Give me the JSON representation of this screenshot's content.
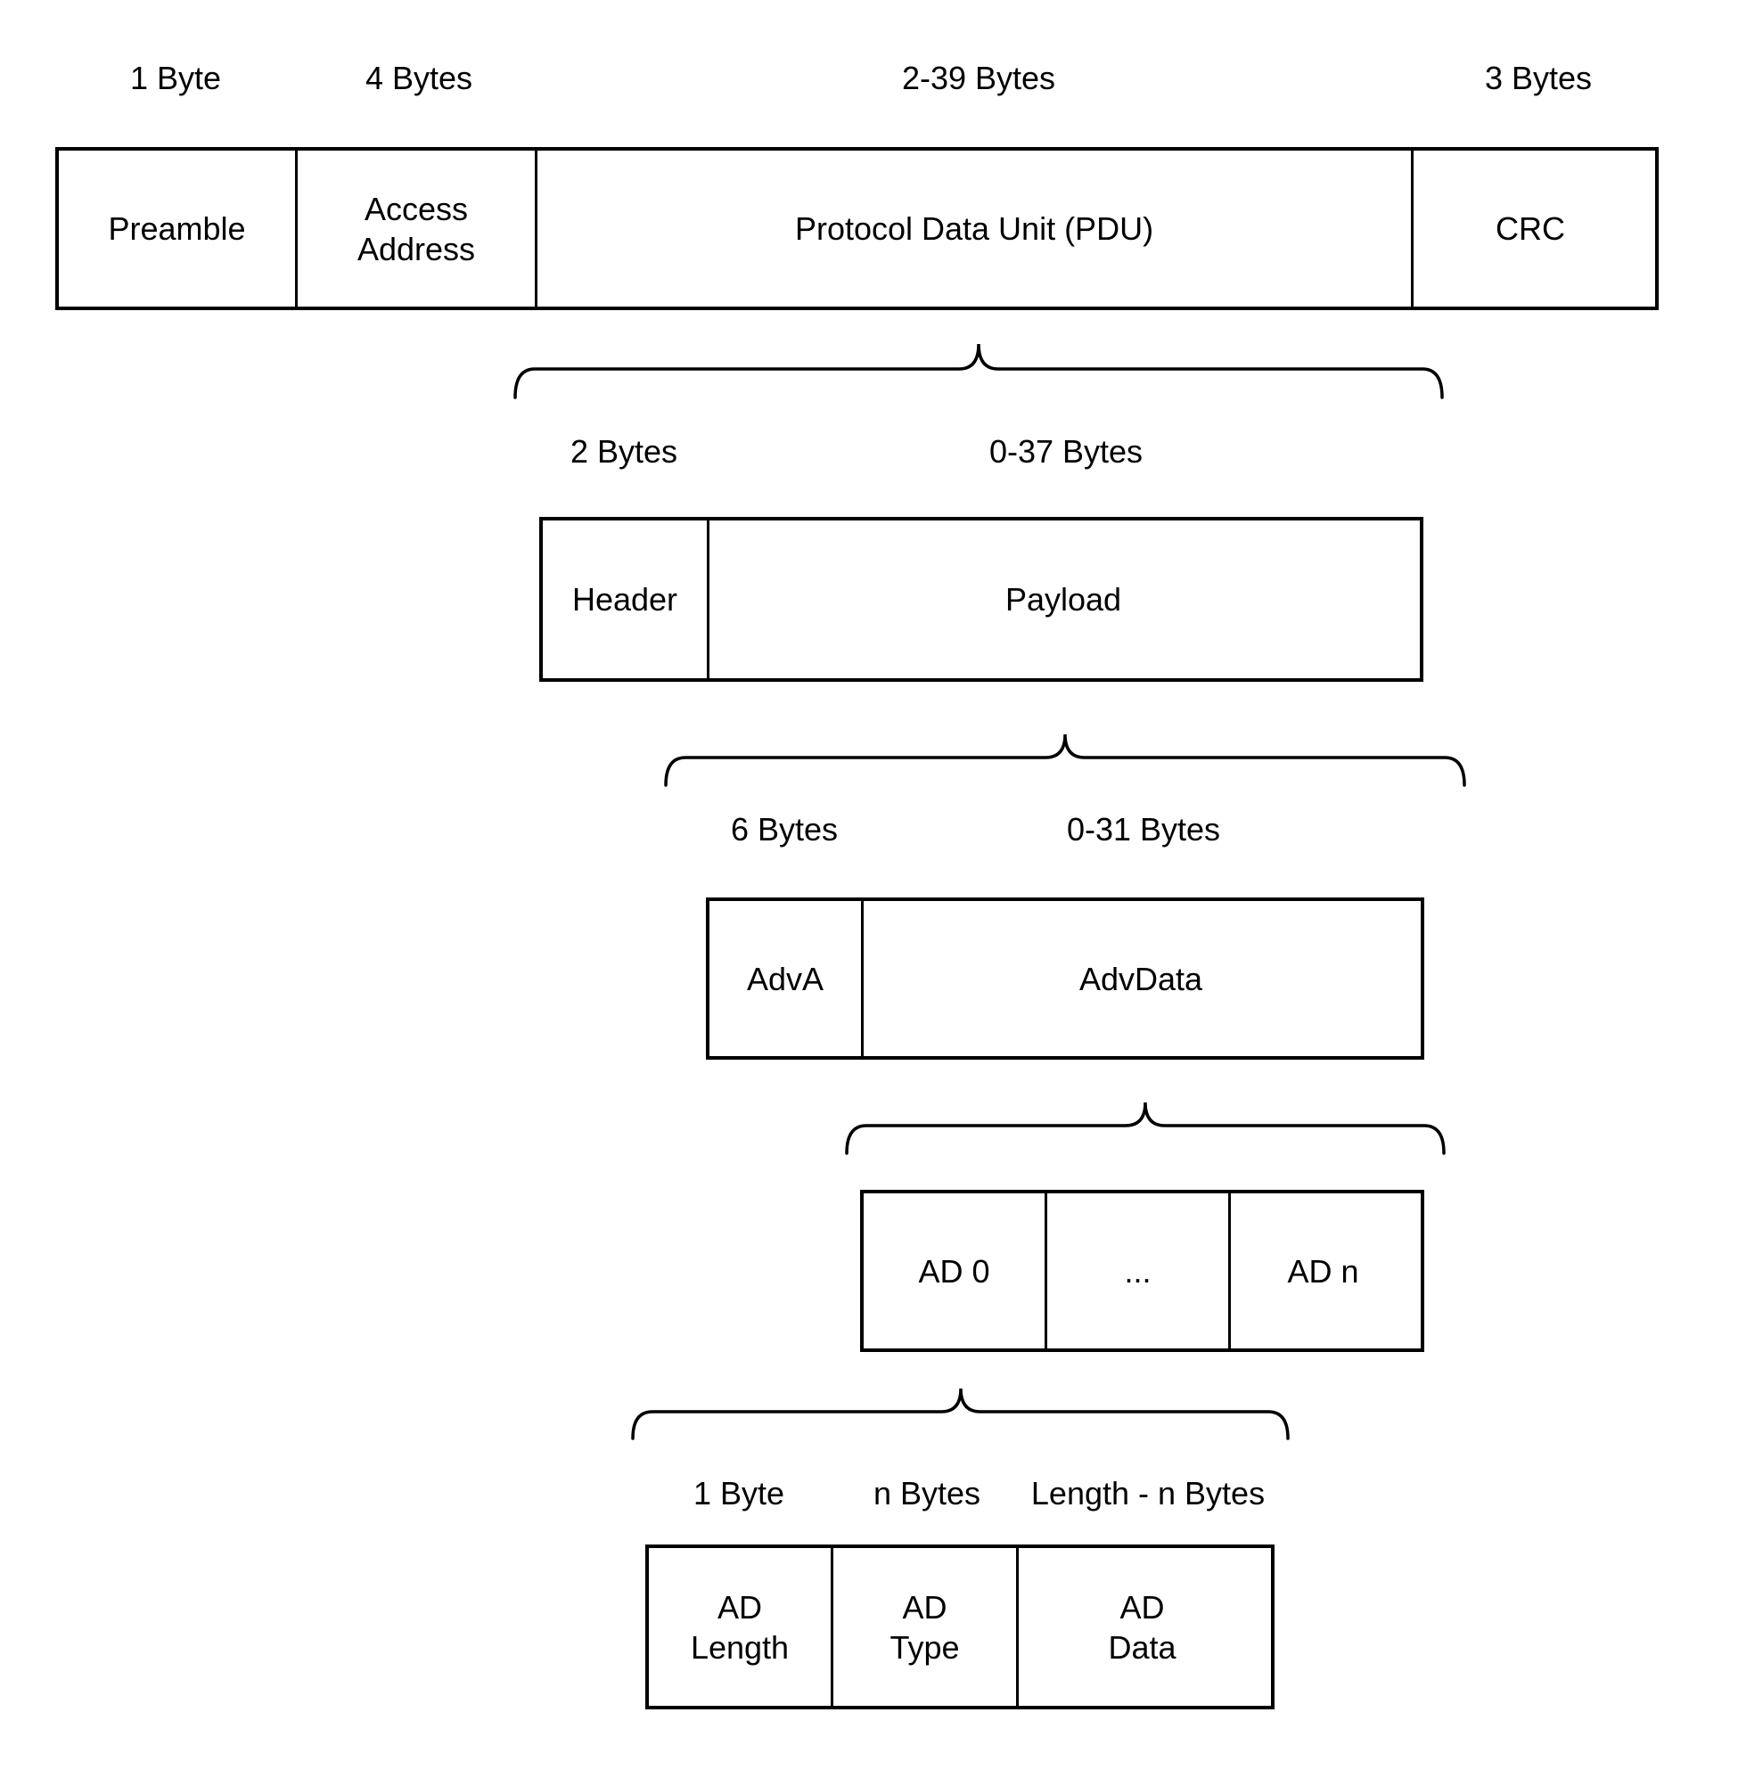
{
  "diagram": {
    "packet": {
      "sizes": [
        "1 Byte",
        "4 Bytes",
        "2-39 Bytes",
        "3 Bytes"
      ],
      "cells": [
        "Preamble",
        "Access\nAddress",
        "Protocol Data Unit (PDU)",
        "CRC"
      ]
    },
    "pdu": {
      "sizes": [
        "2 Bytes",
        "0-37 Bytes"
      ],
      "cells": [
        "Header",
        "Payload"
      ]
    },
    "payload": {
      "sizes": [
        "6 Bytes",
        "0-31 Bytes"
      ],
      "cells": [
        "AdvA",
        "AdvData"
      ]
    },
    "advdata": {
      "cells": [
        "AD 0",
        "...",
        "AD n"
      ]
    },
    "ad_structure": {
      "sizes": [
        "1 Byte",
        "n Bytes",
        "Length - n Bytes"
      ],
      "cells": [
        "AD\nLength",
        "AD\nType",
        "AD\nData"
      ]
    },
    "line_color": "#000000",
    "background_color": "#ffffff"
  }
}
